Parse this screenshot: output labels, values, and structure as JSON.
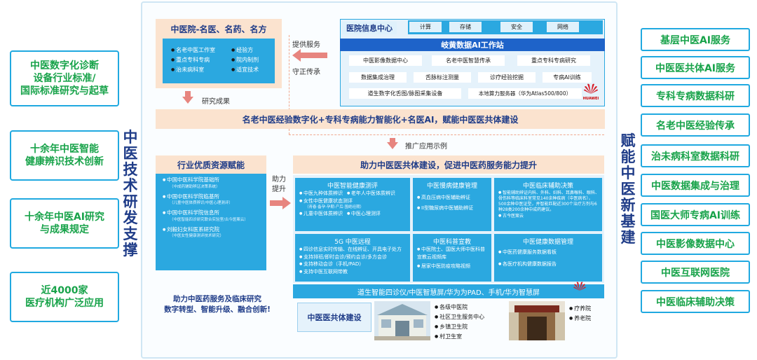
{
  "left_column": {
    "items": [
      "中医数字化诊断\n设备行业标准/\n国际标准研究与起草",
      "十余年中医智能\n健康辨识技术创新",
      "十余年中医AI研究\n与成果规定",
      "近4000家\n医疗机构广泛应用"
    ],
    "vertical_title": "中医技术研发支撑"
  },
  "right_column": {
    "items": [
      "基层中医AI服务",
      "中医医共体AI服务",
      "专科专病数据科研",
      "名老中医经验传承",
      "治未病科室数据科研",
      "中医数据集成与治理",
      "国医大师专病AI训练",
      "中医影像数据中心",
      "中医互联网医院",
      "中医临床辅助决策"
    ],
    "vertical_title": "赋能中医新基建"
  },
  "top_left": {
    "title": "中医院-名医、名药、名方",
    "bullets_left": [
      "名老中医工作室",
      "重点专科专病",
      "治未病科室"
    ],
    "bullets_right": [
      "经验方",
      "院内制剂",
      "适宜技术"
    ]
  },
  "top_arrows": {
    "provide": "提供服务",
    "guard": "守正传承",
    "results": "研究成果",
    "promote": "推广应用示例",
    "boost": "助力\n提升"
  },
  "info_center": {
    "title": "医院信息中心",
    "chips": [
      "计算",
      "存储",
      "安全",
      "网络"
    ]
  },
  "ai_station": {
    "title": "岐黄数据AI工作站",
    "row1": [
      "中医影像数据中心",
      "名老中医智慧传承",
      "重点专科专病研究"
    ],
    "row2": [
      "数据集成治理",
      "舌脉标注测量",
      "诊疗经验挖掘",
      "专病AI训练"
    ],
    "row3": [
      "道生数字化舌图/脉图采集设备",
      "本地算力服务器（华为Atlas500/800）"
    ],
    "brand": "HUAWEI"
  },
  "banner": "名老中医经验数字化+专科专病能力智能化+名医AI，赋能中医医共体建设",
  "industry": {
    "title": "行业优质资源赋能",
    "items": [
      {
        "name": "中国中医科学院基础所",
        "sub": "（中成药辅助辨证决策系统）"
      },
      {
        "name": "中国中医科学院临基所",
        "sub": "（儿童中医体质辨识/中医心理测评）"
      },
      {
        "name": "中国中医科学院信息所",
        "sub": "（中医智能四诊研究联合实验室/古今医案云）"
      },
      {
        "name": "刘毅妇女科医系研究院",
        "sub": "（中医女性健康测评技术研究）"
      }
    ]
  },
  "slogan": "助力中医药服务及临床研究\n数字转型、智能升级、融合创新!",
  "main_panel": {
    "title": "助力中医医共体建设，促进中医药服务能力提升",
    "cells": [
      {
        "title": "中医智能健康测评",
        "bullets": [
          "中医九种体质辨识",
          "老年人中医体质辨识",
          "女性中医健康状态测评",
          "儿童中医体质辨识",
          "中医心理测评"
        ],
        "sub": "（青春·备孕·孕期·产后·围绝经期）"
      },
      {
        "title": "中医慢病健康管理",
        "bullets": [
          "高血压病中医辅助辨证",
          "II型糖尿病中医辅助辨证"
        ],
        "sub": ""
      },
      {
        "title": "中医临床辅助决策",
        "bullets": [
          "智能辅助辨证内科、外科、妇科、耳鼻喉科、眼科、骨伤科等临床科室常见140余种疾病（中医病名），500余种中医证型，并智能匹配近300个治疗方剂与6种28类200余种中成药建议。",
          "古今医案云"
        ],
        "sub": ""
      },
      {
        "title": "5G 中医远程",
        "bullets": [
          "四诊信息实时传输、在线辨证、开具电子处方",
          "支持排班/即时会诊/预约会诊/多方会诊",
          "支持移动会诊（手机/PAD）",
          "支持中医互联网带教"
        ],
        "sub": ""
      },
      {
        "title": "中医科普宣教",
        "bullets": [
          "中医院士、国医大师中医科普宣教云视频库",
          "居家中医防疫攻略视频"
        ],
        "sub": ""
      },
      {
        "title": "中医健康数据管理",
        "bullets": [
          "中医药健康服务数据看板",
          "各医疗机构健康数据报告"
        ],
        "sub": ""
      }
    ],
    "footer": "道生智能四诊仪/中医智慧屏/华为为PAD、手机/华为智慧屏"
  },
  "bottom": {
    "title": "中医医共体建设",
    "list1": [
      "各级中医院",
      "社区卫生服务中心",
      "乡镇卫生院",
      "村卫生室"
    ],
    "list2": [
      "疗养院",
      "养老院"
    ]
  },
  "colors": {
    "blue": "#2ba8e0",
    "green": "#18a34a",
    "navy": "#1f3c88",
    "peach": "#fbe3cf",
    "arrow": "#e7857f"
  }
}
